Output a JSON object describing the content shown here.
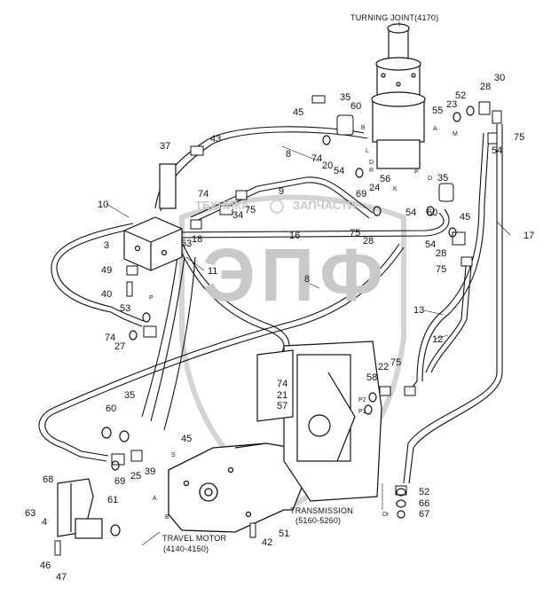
{
  "captions": {
    "turning_joint": "TURNING JOINT(4170)",
    "transmission": "TRANSMISSION",
    "transmission_code": "(5160-5260)",
    "travel_motor": "TRAVEL MOTOR",
    "travel_motor_code": "(4140-4150)"
  },
  "watermark": {
    "brand": "ЭПФ",
    "text_left": "ТЕХНИКА",
    "text_right": "ЗАПЧАСТИ"
  },
  "callouts": [
    "30",
    "28",
    "52",
    "23",
    "55",
    "75",
    "54",
    "35",
    "60",
    "45",
    "43",
    "37",
    "8",
    "74",
    "20",
    "54",
    "24",
    "56",
    "69",
    "K",
    "35",
    "60",
    "54",
    "45",
    "10",
    "9",
    "74",
    "34",
    "75",
    "3",
    "53",
    "18",
    "16",
    "75",
    "28",
    "54",
    "28",
    "75",
    "49",
    "11",
    "40",
    "8",
    "53",
    "74",
    "27",
    "13",
    "12",
    "17",
    "35",
    "60",
    "45",
    "69",
    "25",
    "39",
    "58",
    "22",
    "75",
    "74",
    "21",
    "57",
    "68",
    "63",
    "4",
    "61",
    "46",
    "47",
    "42",
    "51",
    "52",
    "66",
    "67",
    "D"
  ],
  "port_letters": [
    "B",
    "L",
    "M",
    "A",
    "P",
    "R",
    "D",
    "P",
    "S",
    "A",
    "B",
    "P2",
    "P1",
    "Dr"
  ],
  "colors": {
    "line": "#111111",
    "watermark": "#cfcfcf"
  }
}
